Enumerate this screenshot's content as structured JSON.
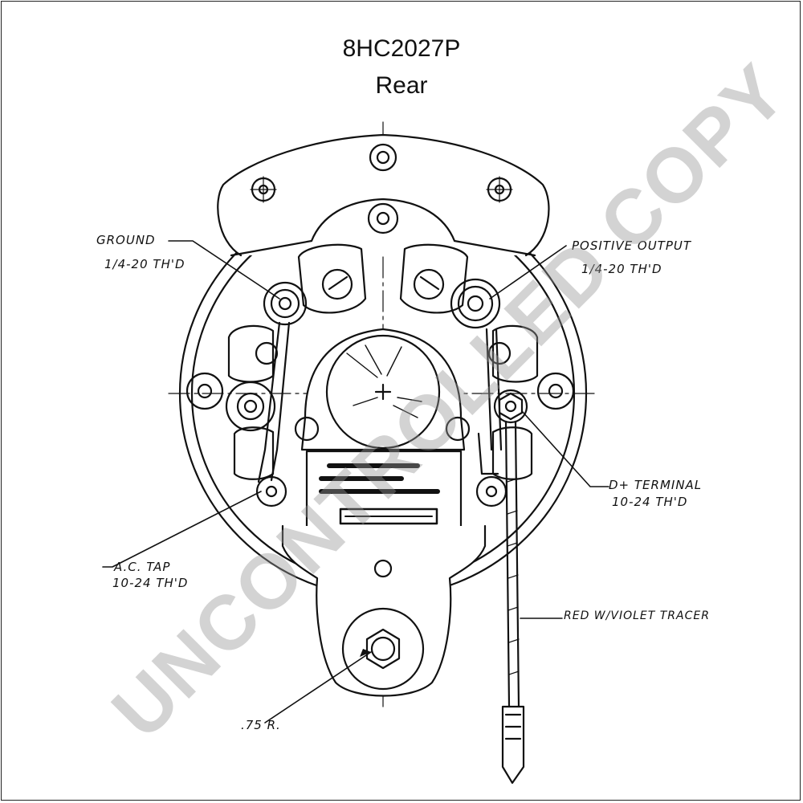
{
  "title": "8HC2027P",
  "subtitle": "Rear",
  "labels": {
    "ground": "GROUND",
    "ground_thread": "1/4-20 TH'D",
    "positive_output": "POSITIVE OUTPUT",
    "positive_thread": "1/4-20 TH'D",
    "d_terminal": "D+ TERMINAL",
    "d_thread": "10-24 TH'D",
    "ac_tap": "A.C. TAP",
    "ac_thread": "10-24 TH'D",
    "wire": "RED W/VIOLET TRACER",
    "radius": ".75 R."
  },
  "watermark": "UNCONTROLLED COPY",
  "colors": {
    "line": "#111111",
    "watermark": "#969696"
  }
}
